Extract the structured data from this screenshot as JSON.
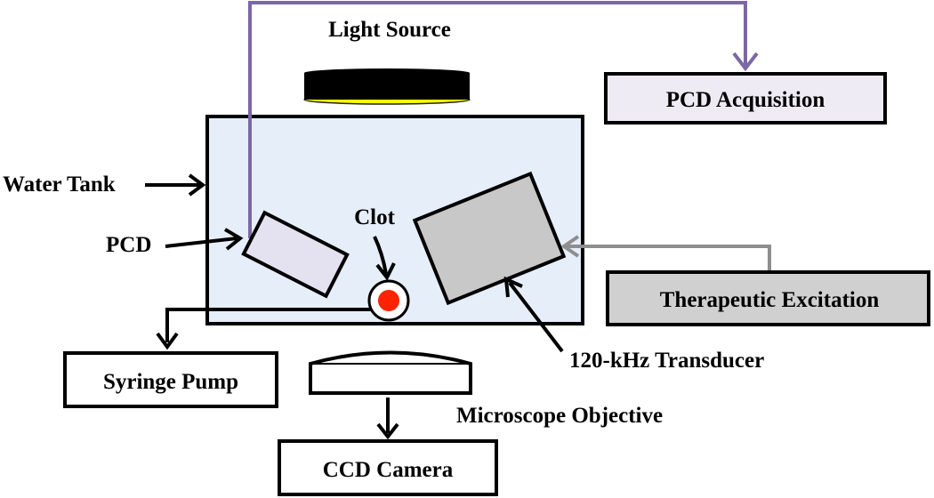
{
  "labels": {
    "light_source": "Light Source",
    "water_tank": "Water Tank",
    "pcd": "PCD",
    "clot": "Clot",
    "transducer": "120-kHz Transducer",
    "microscope_objective": "Microscope Objective"
  },
  "boxes": {
    "pcd_acquisition": "PCD Acquisition",
    "therapeutic_excitation": "Therapeutic Excitation",
    "syringe_pump": "Syringe Pump",
    "ccd_camera": "CCD Camera"
  },
  "colors": {
    "tank_fill": "#e6eef9",
    "pcd_acquisition_fill": "#eeebf5",
    "pcd_sensor_fill": "#e4e1f0",
    "therapeutic_fill": "#d0d0d0",
    "transducer_fill": "#c8c8c8",
    "signal_line": "#7b68a6",
    "excitation_line": "#8e8e8e",
    "light_glow": "#ffff00",
    "clot_red": "#ff2200"
  }
}
